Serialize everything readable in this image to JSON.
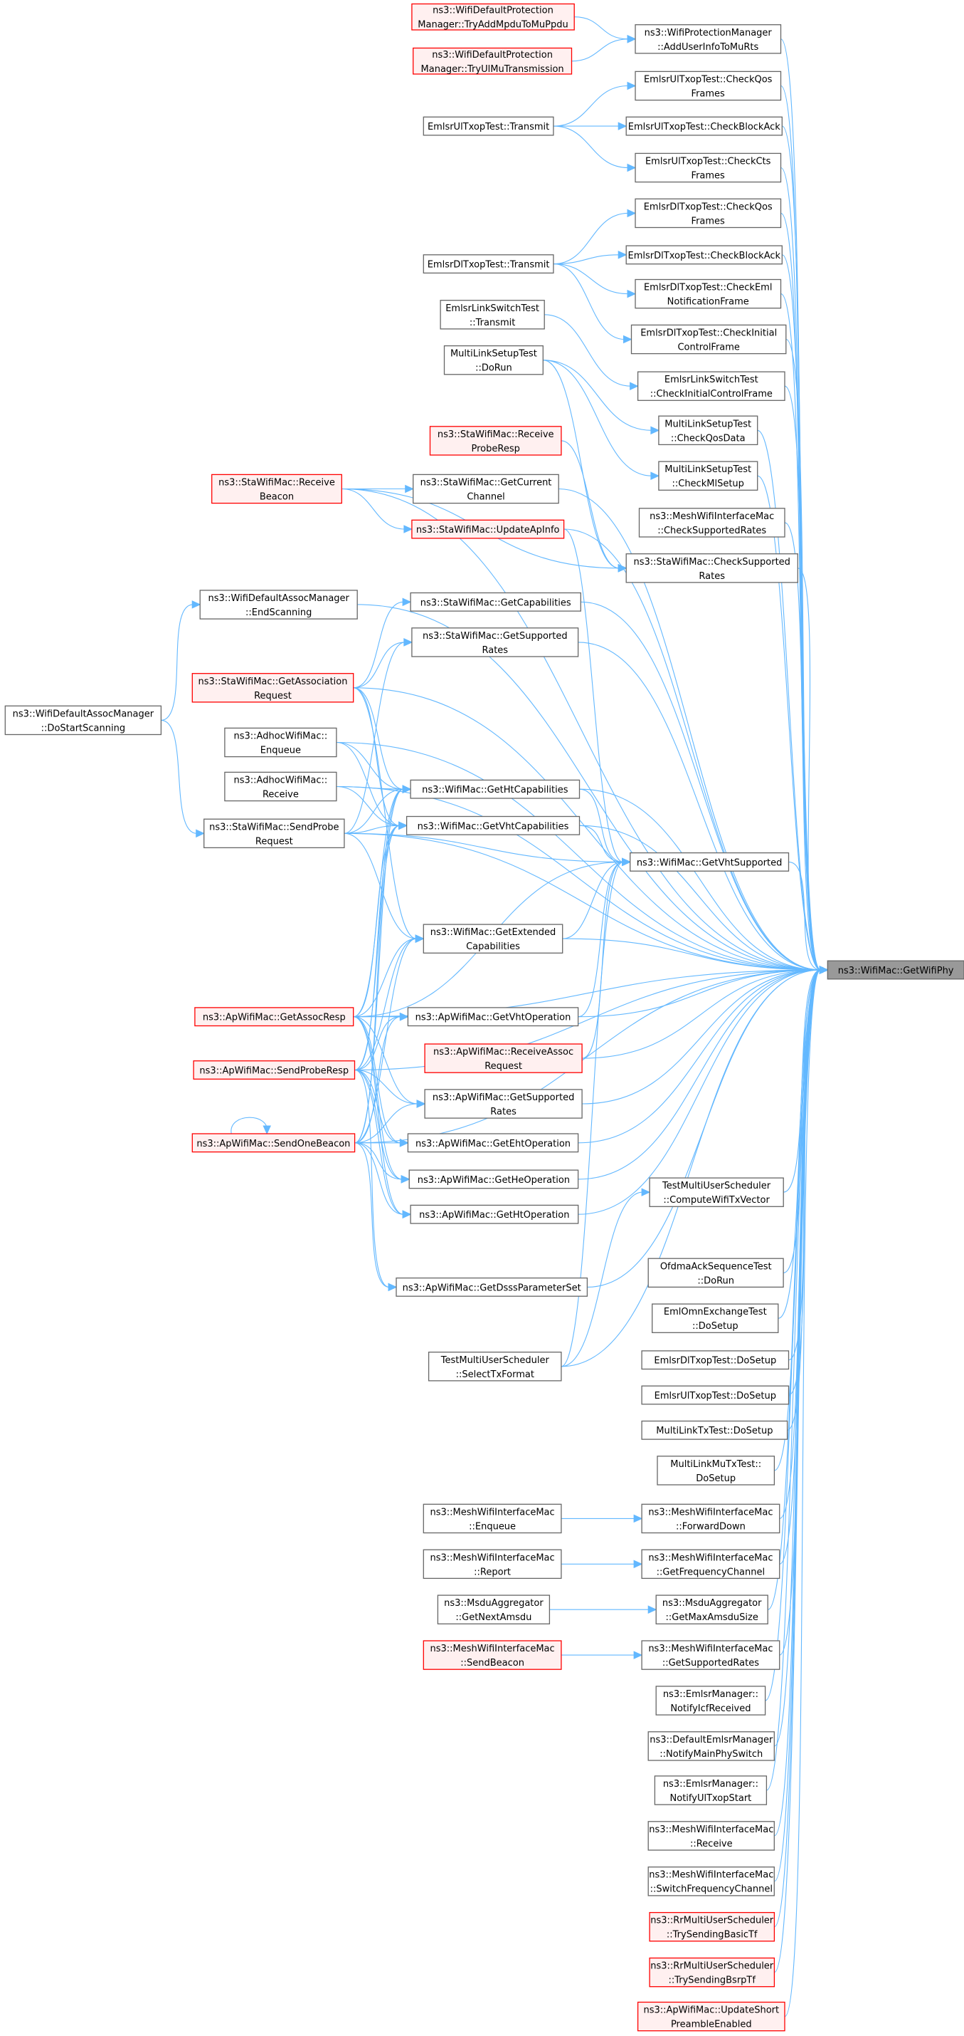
{
  "title": "ns3::WifiMac::GetWifiPhy caller graph",
  "colors": {
    "edge": "#63b8ff",
    "red_border": "#ff0000",
    "focus_fill": "#999999"
  },
  "nodes": [
    {
      "id": "focus",
      "lines": [
        "ns3::WifiMac::GetWifiPhy"
      ],
      "style": "focus"
    },
    {
      "id": "tryAddMpdu",
      "lines": [
        "ns3::WifiDefaultProtection",
        "Manager::TryAddMpduToMuPpdu"
      ],
      "style": "red"
    },
    {
      "id": "tryUlMu",
      "lines": [
        "ns3::WifiDefaultProtection",
        "Manager::TryUlMuTransmission"
      ],
      "style": "red"
    },
    {
      "id": "addUserInfo",
      "lines": [
        "ns3::WifiProtectionManager",
        "::AddUserInfoToMuRts"
      ],
      "style": "normal"
    },
    {
      "id": "ulTransmit",
      "lines": [
        "EmlsrUlTxopTest::Transmit"
      ],
      "style": "normal"
    },
    {
      "id": "ulCheckQos",
      "lines": [
        "EmlsrUlTxopTest::CheckQos",
        "Frames"
      ],
      "style": "normal"
    },
    {
      "id": "ulCheckBA",
      "lines": [
        "EmlsrUlTxopTest::CheckBlockAck"
      ],
      "style": "normal"
    },
    {
      "id": "ulCheckCts",
      "lines": [
        "EmlsrUlTxopTest::CheckCts",
        "Frames"
      ],
      "style": "normal"
    },
    {
      "id": "dlTransmit",
      "lines": [
        "EmlsrDlTxopTest::Transmit"
      ],
      "style": "normal"
    },
    {
      "id": "dlCheckQos",
      "lines": [
        "EmlsrDlTxopTest::CheckQos",
        "Frames"
      ],
      "style": "normal"
    },
    {
      "id": "dlCheckBA",
      "lines": [
        "EmlsrDlTxopTest::CheckBlockAck"
      ],
      "style": "normal"
    },
    {
      "id": "dlCheckEml",
      "lines": [
        "EmlsrDlTxopTest::CheckEml",
        "NotificationFrame"
      ],
      "style": "normal"
    },
    {
      "id": "dlCheckIcf",
      "lines": [
        "EmlsrDlTxopTest::CheckInitial",
        "ControlFrame"
      ],
      "style": "normal"
    },
    {
      "id": "lsTransmit",
      "lines": [
        "EmlsrLinkSwitchTest",
        "::Transmit"
      ],
      "style": "normal"
    },
    {
      "id": "lsCheckIcf",
      "lines": [
        "EmlsrLinkSwitchTest",
        "::CheckInitialControlFrame"
      ],
      "style": "normal"
    },
    {
      "id": "mlsDoRun",
      "lines": [
        "MultiLinkSetupTest",
        "::DoRun"
      ],
      "style": "normal"
    },
    {
      "id": "mlsCheckQos",
      "lines": [
        "MultiLinkSetupTest",
        "::CheckQosData"
      ],
      "style": "normal"
    },
    {
      "id": "mlsCheckMl",
      "lines": [
        "MultiLinkSetupTest",
        "::CheckMlSetup"
      ],
      "style": "normal"
    },
    {
      "id": "meshCheckRates",
      "lines": [
        "ns3::MeshWifiInterfaceMac",
        "::CheckSupportedRates"
      ],
      "style": "normal"
    },
    {
      "id": "staRecvProbe",
      "lines": [
        "ns3::StaWifiMac::Receive",
        "ProbeResp"
      ],
      "style": "red"
    },
    {
      "id": "staRecvBeacon",
      "lines": [
        "ns3::StaWifiMac::Receive",
        "Beacon"
      ],
      "style": "red"
    },
    {
      "id": "staGetCurChan",
      "lines": [
        "ns3::StaWifiMac::GetCurrent",
        "Channel"
      ],
      "style": "normal"
    },
    {
      "id": "staUpdateAp",
      "lines": [
        "ns3::StaWifiMac::UpdateApInfo"
      ],
      "style": "red"
    },
    {
      "id": "staCheckRates",
      "lines": [
        "ns3::StaWifiMac::CheckSupported",
        "Rates"
      ],
      "style": "normal"
    },
    {
      "id": "endScanning",
      "lines": [
        "ns3::WifiDefaultAssocManager",
        "::EndScanning"
      ],
      "style": "normal"
    },
    {
      "id": "staGetCaps",
      "lines": [
        "ns3::StaWifiMac::GetCapabilities"
      ],
      "style": "normal"
    },
    {
      "id": "staGetRates",
      "lines": [
        "ns3::StaWifiMac::GetSupported",
        "Rates"
      ],
      "style": "normal"
    },
    {
      "id": "doStartScan",
      "lines": [
        "ns3::WifiDefaultAssocManager",
        "::DoStartScanning"
      ],
      "style": "normal"
    },
    {
      "id": "staGetAssocReq",
      "lines": [
        "ns3::StaWifiMac::GetAssociation",
        "Request"
      ],
      "style": "red"
    },
    {
      "id": "adhocEnqueue",
      "lines": [
        "ns3::AdhocWifiMac::",
        "Enqueue"
      ],
      "style": "normal"
    },
    {
      "id": "adhocReceive",
      "lines": [
        "ns3::AdhocWifiMac::",
        "Receive"
      ],
      "style": "normal"
    },
    {
      "id": "staSendProbe",
      "lines": [
        "ns3::StaWifiMac::SendProbe",
        "Request"
      ],
      "style": "normal"
    },
    {
      "id": "getHtCaps",
      "lines": [
        "ns3::WifiMac::GetHtCapabilities"
      ],
      "style": "normal"
    },
    {
      "id": "getVhtCaps",
      "lines": [
        "ns3::WifiMac::GetVhtCapabilities"
      ],
      "style": "normal"
    },
    {
      "id": "getVhtSupported",
      "lines": [
        "ns3::WifiMac::GetVhtSupported"
      ],
      "style": "normal"
    },
    {
      "id": "getExtCaps",
      "lines": [
        "ns3::WifiMac::GetExtended",
        "Capabilities"
      ],
      "style": "normal"
    },
    {
      "id": "apGetAssocResp",
      "lines": [
        "ns3::ApWifiMac::GetAssocResp"
      ],
      "style": "red"
    },
    {
      "id": "apSendProbeResp",
      "lines": [
        "ns3::ApWifiMac::SendProbeResp"
      ],
      "style": "red"
    },
    {
      "id": "apSendBeacon",
      "lines": [
        "ns3::ApWifiMac::SendOneBeacon"
      ],
      "style": "red"
    },
    {
      "id": "apGetVhtOp",
      "lines": [
        "ns3::ApWifiMac::GetVhtOperation"
      ],
      "style": "normal"
    },
    {
      "id": "apRecvAssoc",
      "lines": [
        "ns3::ApWifiMac::ReceiveAssoc",
        "Request"
      ],
      "style": "red"
    },
    {
      "id": "apGetRates",
      "lines": [
        "ns3::ApWifiMac::GetSupported",
        "Rates"
      ],
      "style": "normal"
    },
    {
      "id": "apGetEhtOp",
      "lines": [
        "ns3::ApWifiMac::GetEhtOperation"
      ],
      "style": "normal"
    },
    {
      "id": "apGetHeOp",
      "lines": [
        "ns3::ApWifiMac::GetHeOperation"
      ],
      "style": "normal"
    },
    {
      "id": "apGetHtOp",
      "lines": [
        "ns3::ApWifiMac::GetHtOperation"
      ],
      "style": "normal"
    },
    {
      "id": "apGetDsss",
      "lines": [
        "ns3::ApWifiMac::GetDsssParameterSet"
      ],
      "style": "normal"
    },
    {
      "id": "tmusCompute",
      "lines": [
        "TestMultiUserScheduler",
        "::ComputeWifiTxVector"
      ],
      "style": "normal"
    },
    {
      "id": "tmusSelect",
      "lines": [
        "TestMultiUserScheduler",
        "::SelectTxFormat"
      ],
      "style": "normal"
    },
    {
      "id": "ofdmaDoRun",
      "lines": [
        "OfdmaAckSequenceTest",
        "::DoRun"
      ],
      "style": "normal"
    },
    {
      "id": "emlOmnSetup",
      "lines": [
        "EmlOmnExchangeTest",
        "::DoSetup"
      ],
      "style": "normal"
    },
    {
      "id": "dlDoSetup",
      "lines": [
        "EmlsrDlTxopTest::DoSetup"
      ],
      "style": "normal"
    },
    {
      "id": "ulDoSetup",
      "lines": [
        "EmlsrUlTxopTest::DoSetup"
      ],
      "style": "normal"
    },
    {
      "id": "mltxSetup",
      "lines": [
        "MultiLinkTxTest::DoSetup"
      ],
      "style": "normal"
    },
    {
      "id": "mlmutxSetup",
      "lines": [
        "MultiLinkMuTxTest::",
        "DoSetup"
      ],
      "style": "normal"
    },
    {
      "id": "meshEnqueue",
      "lines": [
        "ns3::MeshWifiInterfaceMac",
        "::Enqueue"
      ],
      "style": "normal"
    },
    {
      "id": "meshFwdDown",
      "lines": [
        "ns3::MeshWifiInterfaceMac",
        "::ForwardDown"
      ],
      "style": "normal"
    },
    {
      "id": "meshReport",
      "lines": [
        "ns3::MeshWifiInterfaceMac",
        "::Report"
      ],
      "style": "normal"
    },
    {
      "id": "meshGetFreq",
      "lines": [
        "ns3::MeshWifiInterfaceMac",
        "::GetFrequencyChannel"
      ],
      "style": "normal"
    },
    {
      "id": "msduNext",
      "lines": [
        "ns3::MsduAggregator",
        "::GetNextAmsdu"
      ],
      "style": "normal"
    },
    {
      "id": "msduMax",
      "lines": [
        "ns3::MsduAggregator",
        "::GetMaxAmsduSize"
      ],
      "style": "normal"
    },
    {
      "id": "meshSendBeacon",
      "lines": [
        "ns3::MeshWifiInterfaceMac",
        "::SendBeacon"
      ],
      "style": "red"
    },
    {
      "id": "meshGetRates",
      "lines": [
        "ns3::MeshWifiInterfaceMac",
        "::GetSupportedRates"
      ],
      "style": "normal"
    },
    {
      "id": "emlsrIcf",
      "lines": [
        "ns3::EmlsrManager::",
        "NotifyIcfReceived"
      ],
      "style": "normal"
    },
    {
      "id": "defEmlsrSwitch",
      "lines": [
        "ns3::DefaultEmlsrManager",
        "::NotifyMainPhySwitch"
      ],
      "style": "normal"
    },
    {
      "id": "emlsrUlTxop",
      "lines": [
        "ns3::EmlsrManager::",
        "NotifyUlTxopStart"
      ],
      "style": "normal"
    },
    {
      "id": "meshReceive",
      "lines": [
        "ns3::MeshWifiInterfaceMac",
        "::Receive"
      ],
      "style": "normal"
    },
    {
      "id": "meshSwitchFreq",
      "lines": [
        "ns3::MeshWifiInterfaceMac",
        "::SwitchFrequencyChannel"
      ],
      "style": "normal"
    },
    {
      "id": "rrBasicTf",
      "lines": [
        "ns3::RrMultiUserScheduler",
        "::TrySendingBasicTf"
      ],
      "style": "red"
    },
    {
      "id": "rrBsrpTf",
      "lines": [
        "ns3::RrMultiUserScheduler",
        "::TrySendingBsrpTf"
      ],
      "style": "red"
    },
    {
      "id": "apUpdatePreamble",
      "lines": [
        "ns3::ApWifiMac::UpdateShort",
        "PreambleEnabled"
      ],
      "style": "red"
    }
  ],
  "edges": [
    [
      "tryAddMpdu",
      "addUserInfo"
    ],
    [
      "tryUlMu",
      "addUserInfo"
    ],
    [
      "ulTransmit",
      "ulCheckQos"
    ],
    [
      "ulTransmit",
      "ulCheckBA"
    ],
    [
      "ulTransmit",
      "ulCheckCts"
    ],
    [
      "dlTransmit",
      "dlCheckQos"
    ],
    [
      "dlTransmit",
      "dlCheckBA"
    ],
    [
      "dlTransmit",
      "dlCheckEml"
    ],
    [
      "dlTransmit",
      "dlCheckIcf"
    ],
    [
      "lsTransmit",
      "lsCheckIcf"
    ],
    [
      "mlsDoRun",
      "mlsCheckQos"
    ],
    [
      "mlsDoRun",
      "mlsCheckMl"
    ],
    [
      "mlsDoRun",
      "staCheckRates"
    ],
    [
      "staRecvBeacon",
      "staGetCurChan"
    ],
    [
      "staRecvBeacon",
      "staUpdateAp"
    ],
    [
      "staRecvBeacon",
      "staCheckRates"
    ],
    [
      "staRecvProbe",
      "staCheckRates"
    ],
    [
      "doStartScan",
      "endScanning"
    ],
    [
      "doStartScan",
      "staSendProbe"
    ],
    [
      "staGetAssocReq",
      "staGetCaps"
    ],
    [
      "staGetAssocReq",
      "staGetRates"
    ],
    [
      "staGetAssocReq",
      "getHtCaps"
    ],
    [
      "staGetAssocReq",
      "getVhtCaps"
    ],
    [
      "staGetAssocReq",
      "getExtCaps"
    ],
    [
      "adhocEnqueue",
      "getHtCaps"
    ],
    [
      "adhocEnqueue",
      "getVhtCaps"
    ],
    [
      "adhocReceive",
      "getHtCaps"
    ],
    [
      "adhocReceive",
      "getVhtCaps"
    ],
    [
      "staSendProbe",
      "getHtCaps"
    ],
    [
      "staSendProbe",
      "getVhtCaps"
    ],
    [
      "staSendProbe",
      "getVhtSupported"
    ],
    [
      "staSendProbe",
      "getExtCaps"
    ],
    [
      "staSendProbe",
      "staGetRates"
    ],
    [
      "apGetAssocResp",
      "getHtCaps"
    ],
    [
      "apGetAssocResp",
      "getVhtCaps"
    ],
    [
      "apGetAssocResp",
      "getExtCaps"
    ],
    [
      "apGetAssocResp",
      "apGetVhtOp"
    ],
    [
      "apGetAssocResp",
      "apGetRates"
    ],
    [
      "apGetAssocResp",
      "apGetEhtOp"
    ],
    [
      "apGetAssocResp",
      "apGetHeOp"
    ],
    [
      "apGetAssocResp",
      "apGetHtOp"
    ],
    [
      "apGetAssocResp",
      "getVhtSupported"
    ],
    [
      "apSendProbeResp",
      "getHtCaps"
    ],
    [
      "apSendProbeResp",
      "getVhtCaps"
    ],
    [
      "apSendProbeResp",
      "getExtCaps"
    ],
    [
      "apSendProbeResp",
      "apGetVhtOp"
    ],
    [
      "apSendProbeResp",
      "apGetRates"
    ],
    [
      "apSendProbeResp",
      "apGetEhtOp"
    ],
    [
      "apSendProbeResp",
      "apGetHeOp"
    ],
    [
      "apSendProbeResp",
      "apGetHtOp"
    ],
    [
      "apSendProbeResp",
      "apGetDsss"
    ],
    [
      "apSendBeacon",
      "apSendBeacon"
    ],
    [
      "apSendBeacon",
      "getHtCaps"
    ],
    [
      "apSendBeacon",
      "getVhtCaps"
    ],
    [
      "apSendBeacon",
      "getExtCaps"
    ],
    [
      "apSendBeacon",
      "apGetVhtOp"
    ],
    [
      "apSendBeacon",
      "apGetRates"
    ],
    [
      "apSendBeacon",
      "apGetEhtOp"
    ],
    [
      "apSendBeacon",
      "apGetHeOp"
    ],
    [
      "apSendBeacon",
      "apGetHtOp"
    ],
    [
      "apSendBeacon",
      "apGetDsss"
    ],
    [
      "getHtCaps",
      "getVhtSupported"
    ],
    [
      "getVhtCaps",
      "getVhtSupported"
    ],
    [
      "getExtCaps",
      "getVhtSupported"
    ],
    [
      "apGetVhtOp",
      "getVhtSupported"
    ],
    [
      "apRecvAssoc",
      "getVhtSupported"
    ],
    [
      "staUpdateAp",
      "getVhtSupported"
    ],
    [
      "tmusSelect",
      "getVhtSupported"
    ],
    [
      "tmusSelect",
      "tmusCompute"
    ],
    [
      "meshEnqueue",
      "meshFwdDown"
    ],
    [
      "meshReport",
      "meshGetFreq"
    ],
    [
      "msduNext",
      "msduMax"
    ],
    [
      "meshSendBeacon",
      "meshGetRates"
    ],
    [
      "addUserInfo",
      "focus"
    ],
    [
      "ulCheckQos",
      "focus"
    ],
    [
      "ulCheckBA",
      "focus"
    ],
    [
      "ulCheckCts",
      "focus"
    ],
    [
      "dlCheckQos",
      "focus"
    ],
    [
      "dlCheckBA",
      "focus"
    ],
    [
      "dlCheckEml",
      "focus"
    ],
    [
      "dlCheckIcf",
      "focus"
    ],
    [
      "lsCheckIcf",
      "focus"
    ],
    [
      "mlsCheckQos",
      "focus"
    ],
    [
      "mlsCheckMl",
      "focus"
    ],
    [
      "meshCheckRates",
      "focus"
    ],
    [
      "staCheckRates",
      "focus"
    ],
    [
      "staRecvBeacon",
      "focus"
    ],
    [
      "staGetCurChan",
      "focus"
    ],
    [
      "staUpdateAp",
      "focus"
    ],
    [
      "endScanning",
      "focus"
    ],
    [
      "staGetCaps",
      "focus"
    ],
    [
      "staGetRates",
      "focus"
    ],
    [
      "staGetAssocReq",
      "focus"
    ],
    [
      "adhocEnqueue",
      "focus"
    ],
    [
      "adhocReceive",
      "focus"
    ],
    [
      "getHtCaps",
      "focus"
    ],
    [
      "getVhtCaps",
      "focus"
    ],
    [
      "staSendProbe",
      "focus"
    ],
    [
      "getVhtSupported",
      "focus"
    ],
    [
      "getExtCaps",
      "focus"
    ],
    [
      "apGetAssocResp",
      "focus"
    ],
    [
      "apGetVhtOp",
      "focus"
    ],
    [
      "apRecvAssoc",
      "focus"
    ],
    [
      "apSendProbeResp",
      "focus"
    ],
    [
      "apGetRates",
      "focus"
    ],
    [
      "apSendBeacon",
      "focus"
    ],
    [
      "apGetEhtOp",
      "focus"
    ],
    [
      "apGetHeOp",
      "focus"
    ],
    [
      "apGetHtOp",
      "focus"
    ],
    [
      "tmusCompute",
      "focus"
    ],
    [
      "apGetDsss",
      "focus"
    ],
    [
      "tmusSelect",
      "focus"
    ],
    [
      "ofdmaDoRun",
      "focus"
    ],
    [
      "emlOmnSetup",
      "focus"
    ],
    [
      "dlDoSetup",
      "focus"
    ],
    [
      "ulDoSetup",
      "focus"
    ],
    [
      "mltxSetup",
      "focus"
    ],
    [
      "mlmutxSetup",
      "focus"
    ],
    [
      "meshFwdDown",
      "focus"
    ],
    [
      "meshGetFreq",
      "focus"
    ],
    [
      "msduMax",
      "focus"
    ],
    [
      "meshGetRates",
      "focus"
    ],
    [
      "emlsrIcf",
      "focus"
    ],
    [
      "defEmlsrSwitch",
      "focus"
    ],
    [
      "emlsrUlTxop",
      "focus"
    ],
    [
      "meshReceive",
      "focus"
    ],
    [
      "meshSwitchFreq",
      "focus"
    ],
    [
      "rrBasicTf",
      "focus"
    ],
    [
      "rrBsrpTf",
      "focus"
    ],
    [
      "apUpdatePreamble",
      "focus"
    ]
  ]
}
